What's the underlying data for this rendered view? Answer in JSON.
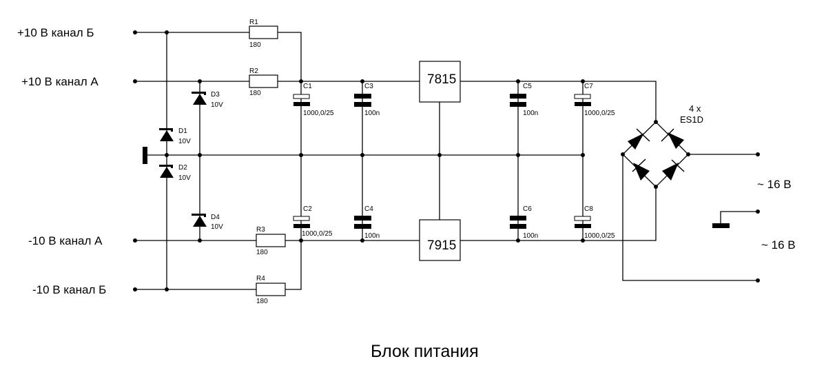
{
  "title": "Блок питания",
  "inputs": {
    "pos_b": "+10 В  канал Б",
    "pos_a": "+10 В канал А",
    "neg_a": "-10 В канал А",
    "neg_b": "-10 В канал Б"
  },
  "resistors": [
    {
      "ref": "R1",
      "value": "180"
    },
    {
      "ref": "R2",
      "value": "180"
    },
    {
      "ref": "R3",
      "value": "180"
    },
    {
      "ref": "R4",
      "value": "180"
    }
  ],
  "zeners": [
    {
      "ref": "D1",
      "value": "10V"
    },
    {
      "ref": "D2",
      "value": "10V"
    },
    {
      "ref": "D3",
      "value": "10V"
    },
    {
      "ref": "D4",
      "value": "10V"
    }
  ],
  "capacitors": [
    {
      "ref": "C1",
      "value": "1000,0/25"
    },
    {
      "ref": "C2",
      "value": "1000,0/25"
    },
    {
      "ref": "C3",
      "value": "100n"
    },
    {
      "ref": "C4",
      "value": "100n"
    },
    {
      "ref": "C5",
      "value": "100n"
    },
    {
      "ref": "C6",
      "value": "100n"
    },
    {
      "ref": "C7",
      "value": "1000,0/25"
    },
    {
      "ref": "C8",
      "value": "1000,0/25"
    }
  ],
  "regulators": {
    "positive": "7815",
    "negative": "7915"
  },
  "bridge": {
    "line1": "4 x",
    "line2": "ES1D"
  },
  "ac_inputs": {
    "upper": "~  16 В",
    "lower": "~  16 В"
  }
}
